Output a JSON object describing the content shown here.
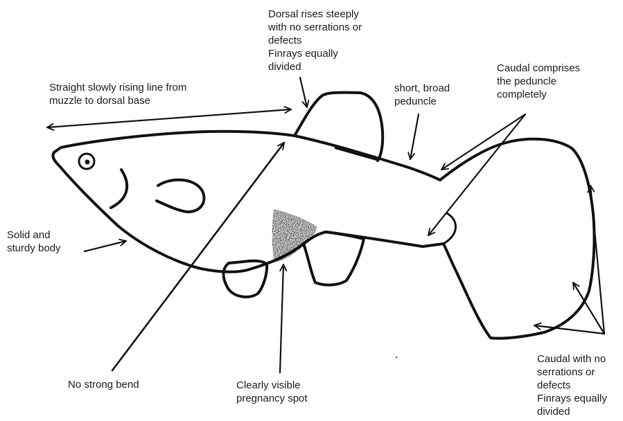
{
  "annotations": {
    "dorsal": {
      "lines": [
        "Dorsal rises steeply",
        "with no serrations or",
        "defects",
        "Finrays equally",
        "divided"
      ]
    },
    "topline": {
      "lines": [
        "Straight slowly rising line from",
        "muzzle to dorsal base"
      ]
    },
    "peduncle": {
      "lines": [
        "short, broad",
        "peduncle"
      ]
    },
    "caudal_top": {
      "lines": [
        "Caudal comprises",
        "the peduncle",
        "completely"
      ]
    },
    "body": {
      "lines": [
        "Solid and",
        "sturdy body"
      ]
    },
    "bend": {
      "lines": [
        "No strong bend"
      ]
    },
    "gravid": {
      "lines": [
        "Clearly visible",
        "pregnancy spot"
      ]
    },
    "caudal_bottom": {
      "lines": [
        "Caudal with no",
        "serrations or",
        "defects",
        "Finrays equally",
        "divided"
      ]
    }
  },
  "colors": {
    "ink": "#111111",
    "text": "#1a1a1a",
    "background": "#ffffff"
  }
}
